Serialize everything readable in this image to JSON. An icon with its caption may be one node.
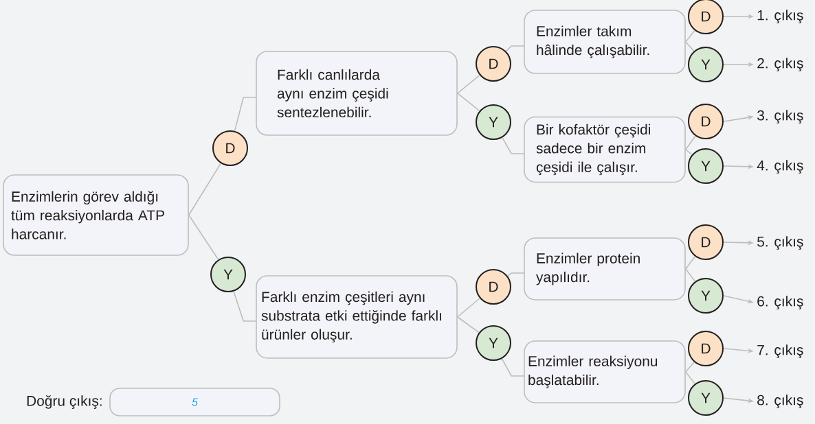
{
  "diagram": {
    "nodes": [
      {
        "text": [
          "Enzimlerin görev aldığı tüm reaksiyonlarda ATP harcanır."
        ]
      },
      {
        "text": [
          "D"
        ]
      },
      {
        "text": [
          "Farklı canlılarda aynı enzim çeşidi sentezlenebilir."
        ]
      },
      {
        "text": [
          "Y"
        ]
      },
      {
        "text": [
          "Farklı enzim çeşitleri aynı substrata etki ettiğinde farklı ürünler oluşur."
        ]
      },
      {
        "text": [
          "D"
        ]
      },
      {
        "text": [
          "Enzimler takım hâlinde çalışabilir."
        ]
      },
      {
        "text": [
          "Y"
        ]
      },
      {
        "text": [
          "Bir kofaktör çeşidi sadece bir enzim çeşidi ile çalışır."
        ]
      },
      {
        "text": [
          "D"
        ]
      },
      {
        "text": [
          "Enzimler protein yapılıdır."
        ]
      },
      {
        "text": [
          "Y"
        ]
      },
      {
        "text": [
          "Enzimler reaksiyonu başlatabilir."
        ]
      },
      {
        "text": [
          "D"
        ]
      },
      {
        "text": [
          "Y"
        ]
      },
      {
        "text": [
          "D"
        ]
      },
      {
        "text": [
          "Y"
        ]
      },
      {
        "text": [
          "D"
        ]
      },
      {
        "text": [
          "Y"
        ]
      },
      {
        "text": [
          "D"
        ]
      },
      {
        "text": [
          "Y"
        ]
      },
      {
        "text": [
          "1. çıkış"
        ]
      },
      {
        "text": [
          "2. çıkış"
        ]
      },
      {
        "text": [
          "3. çıkış"
        ]
      },
      {
        "text": [
          "4. çıkış"
        ]
      },
      {
        "text": [
          "5. çıkış"
        ]
      },
      {
        "text": [
          "6. çıkış"
        ]
      },
      {
        "text": [
          "7. çıkış"
        ]
      },
      {
        "text": [
          "8. çıkış"
        ]
      },
      {
        "text": [
          "5"
        ],
        "beside": [
          "Doğru çıkış:"
        ]
      }
    ],
    "edges": [
      {
        "from": 0,
        "to": 1,
        "arrow": "none"
      },
      {
        "from": 1,
        "to": 2,
        "arrow": "none"
      },
      {
        "from": 0,
        "to": 3,
        "arrow": "none"
      },
      {
        "from": 3,
        "to": 4,
        "arrow": "none"
      },
      {
        "from": 2,
        "to": 5,
        "arrow": "none"
      },
      {
        "from": 5,
        "to": 6,
        "arrow": "none"
      },
      {
        "from": 2,
        "to": 7,
        "arrow": "none"
      },
      {
        "from": 7,
        "to": 8,
        "arrow": "none"
      },
      {
        "from": 4,
        "to": 9,
        "arrow": "none"
      },
      {
        "from": 9,
        "to": 10,
        "arrow": "none"
      },
      {
        "from": 4,
        "to": 11,
        "arrow": "none"
      },
      {
        "from": 11,
        "to": 12,
        "arrow": "none"
      },
      {
        "from": 6,
        "to": 13,
        "arrow": "none"
      },
      {
        "from": 6,
        "to": 14,
        "arrow": "none"
      },
      {
        "from": 8,
        "to": 15,
        "arrow": "none"
      },
      {
        "from": 8,
        "to": 16,
        "arrow": "none"
      },
      {
        "from": 10,
        "to": 17,
        "arrow": "none"
      },
      {
        "from": 10,
        "to": 18,
        "arrow": "none"
      },
      {
        "from": 12,
        "to": 19,
        "arrow": "none"
      },
      {
        "from": 12,
        "to": 20,
        "arrow": "none"
      },
      {
        "from": 13,
        "to": 21,
        "arrow": "to"
      },
      {
        "from": 14,
        "to": 22,
        "arrow": "to"
      },
      {
        "from": 15,
        "to": 23,
        "arrow": "to"
      },
      {
        "from": 16,
        "to": 24,
        "arrow": "to"
      },
      {
        "from": 17,
        "to": 25,
        "arrow": "to"
      },
      {
        "from": 18,
        "to": 26,
        "arrow": "to"
      },
      {
        "from": 19,
        "to": 27,
        "arrow": "to"
      },
      {
        "from": 20,
        "to": 28,
        "arrow": "to"
      }
    ]
  }
}
